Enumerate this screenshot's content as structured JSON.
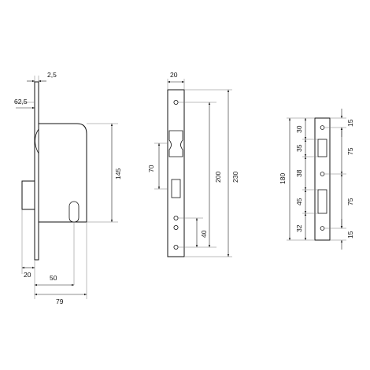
{
  "drawing": {
    "side_view": {
      "plate_offset": "2,5",
      "backset_small": "62,5",
      "case_height": "145",
      "plate_to_case": "20",
      "backset": "50",
      "case_depth": "79"
    },
    "front_view": {
      "faceplate_width": "20",
      "latch_to_bolt": "70",
      "hole_spacing_200": "200",
      "faceplate_length": "230",
      "bottom_hole": "40"
    },
    "strike_view": {
      "total_length": "180",
      "top_margin_left": "30",
      "upper_slot": "35",
      "slot_gap": "38",
      "lower_slot": "45",
      "bottom_margin_left": "32",
      "top_margin_right": "15",
      "upper_half": "75",
      "lower_half": "75",
      "bottom_margin_right": "15"
    }
  }
}
